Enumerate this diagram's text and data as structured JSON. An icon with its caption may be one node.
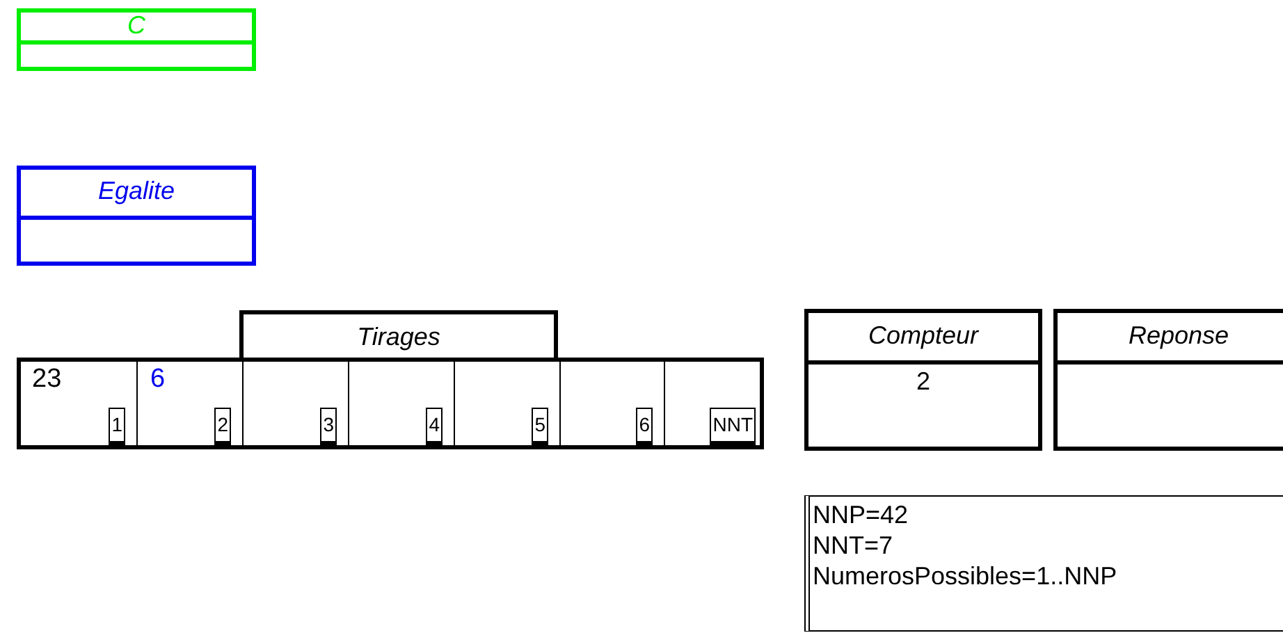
{
  "diagram": {
    "nodes": [
      {
        "text": [
          "C"
        ]
      },
      {
        "text": [
          "Egalite"
        ]
      },
      {
        "text": [
          "Tirages"
        ]
      },
      {
        "text": [
          "Compteur",
          "2"
        ]
      },
      {
        "text": [
          "Reponse"
        ]
      },
      {
        "text": [
          "23"
        ]
      },
      {
        "text": [
          "1"
        ],
        "in": 5
      },
      {
        "text": [
          "6"
        ]
      },
      {
        "text": [
          "2"
        ],
        "in": 7
      },
      {
        "text": [],
        "shape": "box"
      },
      {
        "text": [
          "3"
        ],
        "in": 9
      },
      {
        "text": [],
        "shape": "box"
      },
      {
        "text": [
          "4"
        ],
        "in": 11
      },
      {
        "text": [],
        "shape": "box"
      },
      {
        "text": [
          "5"
        ],
        "in": 13
      },
      {
        "text": [],
        "shape": "box"
      },
      {
        "text": [
          "6"
        ],
        "in": 15
      },
      {
        "text": [],
        "shape": "box"
      },
      {
        "text": [
          "NNT"
        ],
        "in": 17
      },
      {
        "text": [
          "NNP=42",
          "NNT=7",
          "NumerosPossibles=1..NNP"
        ]
      }
    ]
  }
}
